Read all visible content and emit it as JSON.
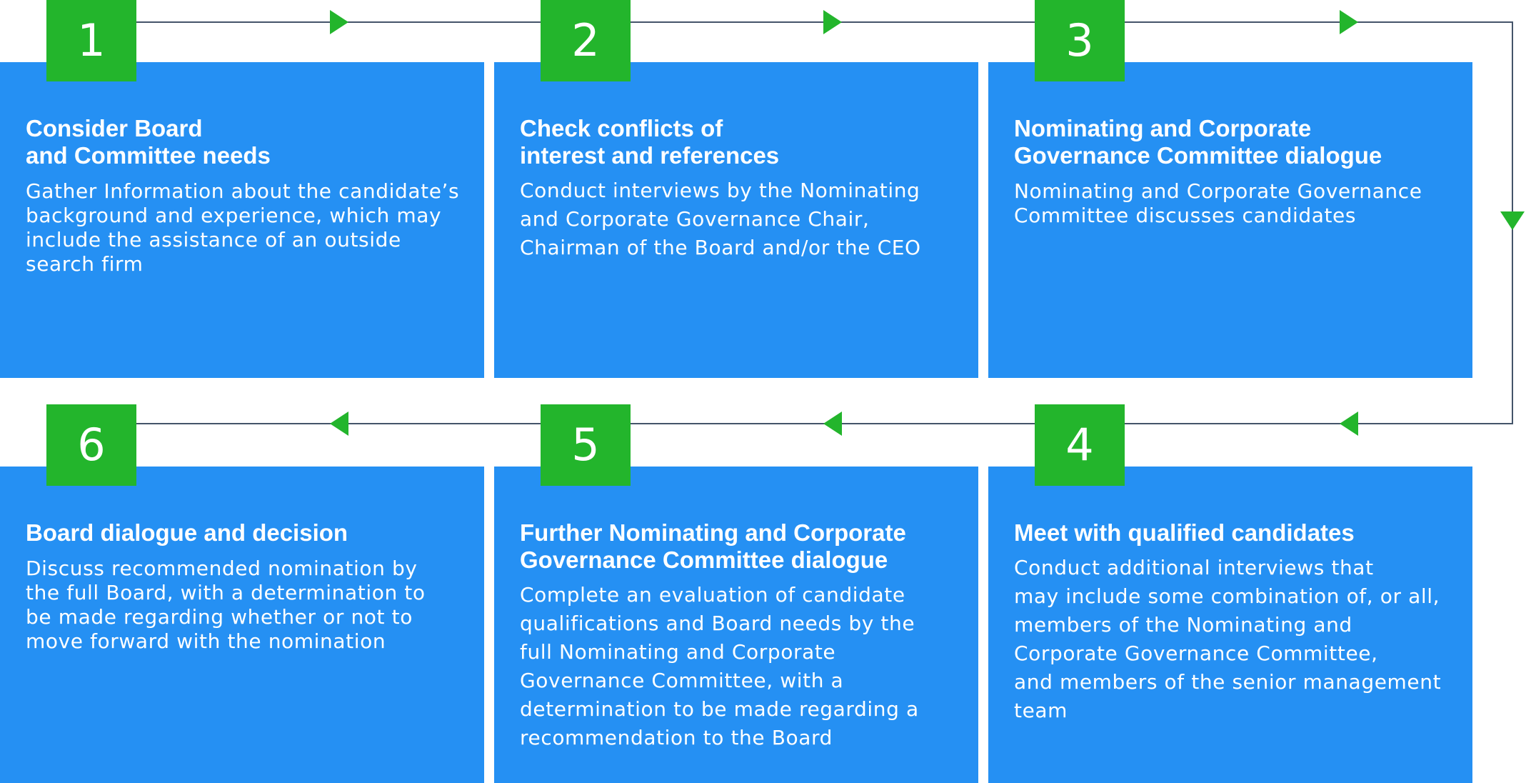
{
  "colors": {
    "card_background": "#2590f3",
    "number_badge": "#23b52c",
    "arrow": "#23b52c",
    "connector_line": "#44546a",
    "text": "#ffffff"
  },
  "steps": [
    {
      "number": "1",
      "title": "Consider Board\nand Committee needs",
      "description": "Gather Information about the candidate’s\nbackground and experience, which may\ninclude the assistance of an outside\nsearch firm"
    },
    {
      "number": "2",
      "title": "Check conflicts of\ninterest and references",
      "description": "Conduct interviews by the Nominating\nand Corporate Governance Chair,\nChairman of the Board and/or the CEO"
    },
    {
      "number": "3",
      "title": "Nominating and Corporate\nGovernance Committee dialogue",
      "description": "Nominating and Corporate Governance\nCommittee discusses candidates"
    },
    {
      "number": "4",
      "title": "Meet with qualified candidates",
      "description": "Conduct additional interviews that\nmay include some combination of, or all,\nmembers of the Nominating and\nCorporate Governance Committee,\nand members of the senior management\nteam"
    },
    {
      "number": "5",
      "title": "Further Nominating and Corporate\nGovernance Committee dialogue",
      "description": "Complete an evaluation of candidate\nqualifications and Board needs by the\nfull  Nominating and Corporate\nGovernance  Committee, with a\ndetermination to be made  regarding a\nrecommendation to the Board"
    },
    {
      "number": "6",
      "title": "Board dialogue and decision",
      "description": "Discuss recommended nomination by\nthe full Board, with a determination to\nbe made regarding whether or not to\nmove forward with the nomination"
    }
  ]
}
